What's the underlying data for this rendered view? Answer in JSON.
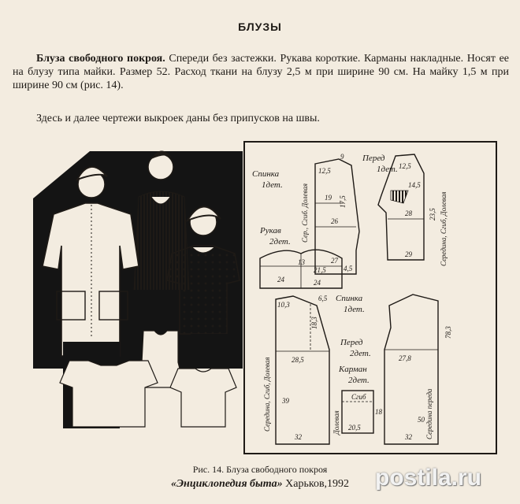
{
  "heading": "БЛУЗЫ",
  "paragraph1": {
    "lead": "Блуза свободного покроя.",
    "text": " Спереди без застежки. Рукава короткие. Карманы накладные. Носят ее на блузу типа майки. Размер 52. Расход ткани на блузу 2,5 м при ширине 90 см. На майку 1,5 м при ширине 90 см (рис. 14)."
  },
  "paragraph2": "Здесь и далее чертежи выкроек даны без припусков на швы.",
  "pattern_top": {
    "back_label": "Спинка",
    "back_sub": "1дет.",
    "front_label": "Перед",
    "front_sub": "1дет.",
    "sleeve_label": "Рукав",
    "sleeve_sub": "2дет.",
    "back_fold": "Сер., Сгиб. Долевая",
    "front_fold": "Середина, Сгиб, Долевая",
    "n_back_shoulder": "9",
    "n_back_neck": "12,5",
    "n_back_mid": "19",
    "n_back_depth": "17,5",
    "n_back_hem": "26",
    "n_back_bottom": "27",
    "n_front_neck": "12,5",
    "n_front_w": "14,5",
    "n_front_h": "23,5",
    "n_front_hem": "28",
    "n_front_bottom": "29",
    "n_sleeve_left": "24",
    "n_sleeve_cap": "21,5",
    "n_sleeve_right": "24",
    "n_sleeve_h": "13",
    "n_sleeve_side": "4,5"
  },
  "pattern_bottom": {
    "back_label": "Спинка",
    "back_sub": "1дет.",
    "front_label": "Перед",
    "front_sub": "2дет.",
    "pocket_label": "Карман",
    "pocket_sub": "2дет.",
    "back_fold": "Середина, Сгиб, Долевая",
    "front_center": "Середина переда",
    "pocket_fold_word": "Сгиб",
    "pocket_grain": "Долевая",
    "n_back_neck": "10,3",
    "n_back_shoulder": "6,5",
    "n_back_w": "28,5",
    "n_back_h": "39",
    "n_back_bottom": "32",
    "n_back_depth": "18,3",
    "n_front_w": "27,8",
    "n_front_h": "50",
    "n_front_bottom": "32",
    "n_pocket_w": "20,5",
    "n_pocket_h": "18",
    "n_front_depth": "78,3"
  },
  "caption": "Рис. 14. Блуза свободного покроя",
  "source": {
    "title": "«Энциклопедия быта»",
    "place": " Харьков,1992"
  },
  "watermark": "postila.ru",
  "colors": {
    "paper": "#f3ece0",
    "ink": "#1e1a16",
    "fashion_bg": "#141414"
  }
}
